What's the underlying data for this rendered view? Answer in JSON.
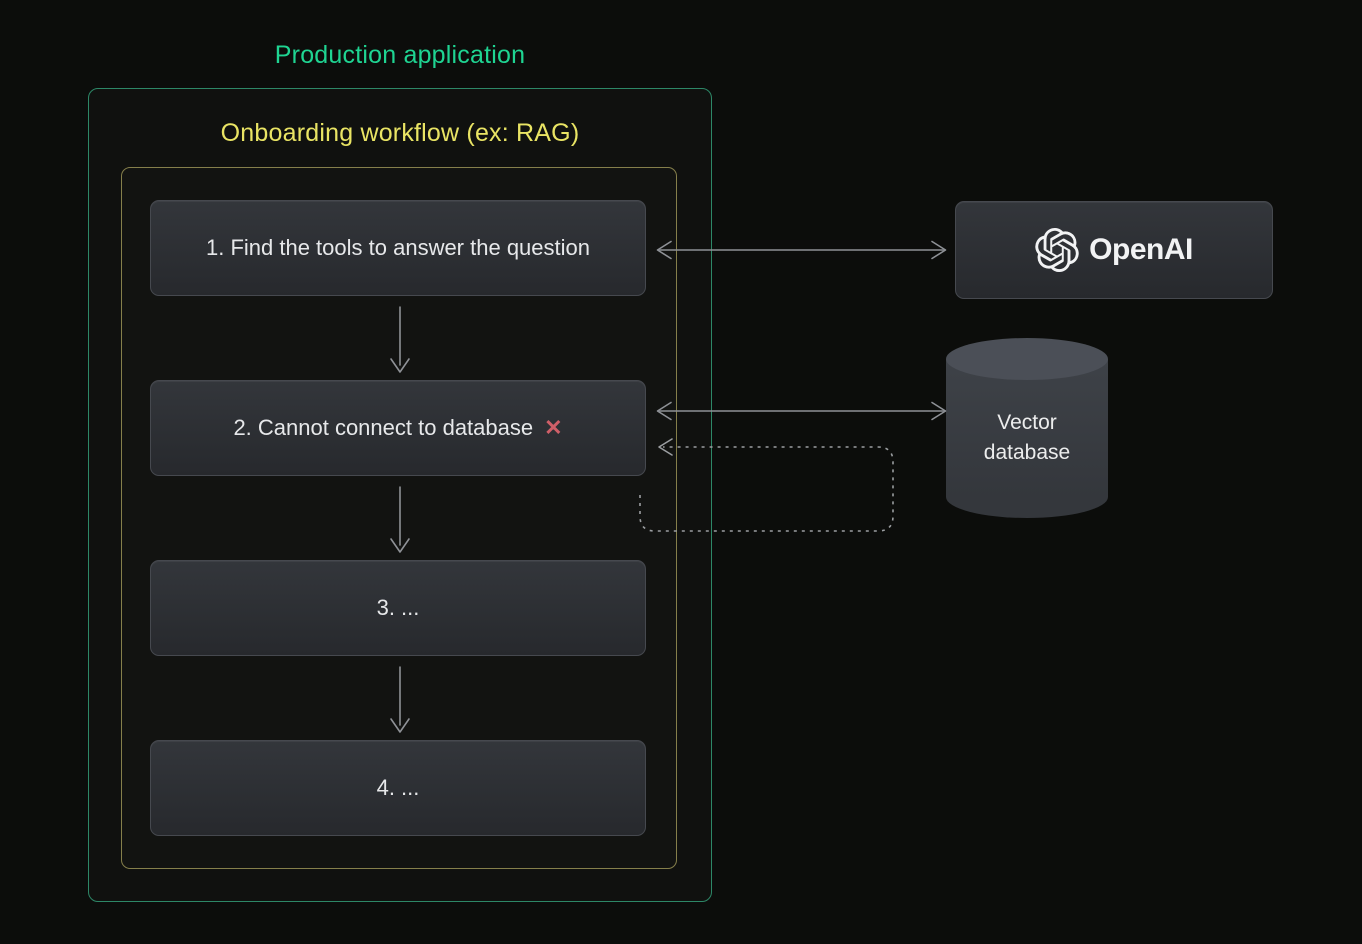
{
  "production_app": {
    "title": "Production application",
    "title_color": "#1fd492",
    "border_color": "#2d8767"
  },
  "workflow": {
    "title": "Onboarding workflow (ex: RAG)",
    "title_color": "#e9e464",
    "border_color": "#857f4b"
  },
  "steps": [
    {
      "label": "1. Find the tools to answer the question"
    },
    {
      "label": "2. Cannot connect to database",
      "error_mark": "✕",
      "error_color": "#cf5f68"
    },
    {
      "label": "3. ..."
    },
    {
      "label": "4. ..."
    }
  ],
  "services": {
    "openai": {
      "label": "OpenAI",
      "icon": "openai-logo",
      "shape": "rounded-box"
    },
    "vector_db": {
      "label": "Vector database",
      "shape": "cylinder"
    }
  },
  "connections": [
    {
      "from": "step-1",
      "to": "openai",
      "style": "solid",
      "direction": "bidirectional"
    },
    {
      "from": "step-2",
      "to": "vector-database",
      "style": "solid",
      "direction": "bidirectional"
    },
    {
      "from": "loop-below-step-2",
      "to": "step-2",
      "style": "dashed",
      "direction": "into-step-2"
    },
    {
      "from": "step-1",
      "to": "step-2",
      "style": "solid",
      "direction": "down"
    },
    {
      "from": "step-2",
      "to": "step-3",
      "style": "solid",
      "direction": "down"
    },
    {
      "from": "step-3",
      "to": "step-4",
      "style": "solid",
      "direction": "down"
    }
  ],
  "colors": {
    "background": "#0c0d0b",
    "arrow": "#8e9196",
    "dashed_arrow": "#9b9ea1",
    "node_background_top": "#33363b",
    "node_background_bottom": "#27292d",
    "node_border": "#46494f",
    "node_text": "#e7e8ea",
    "cylinder_top": "#4b4f57",
    "cylinder_body": "#3a3d43"
  }
}
